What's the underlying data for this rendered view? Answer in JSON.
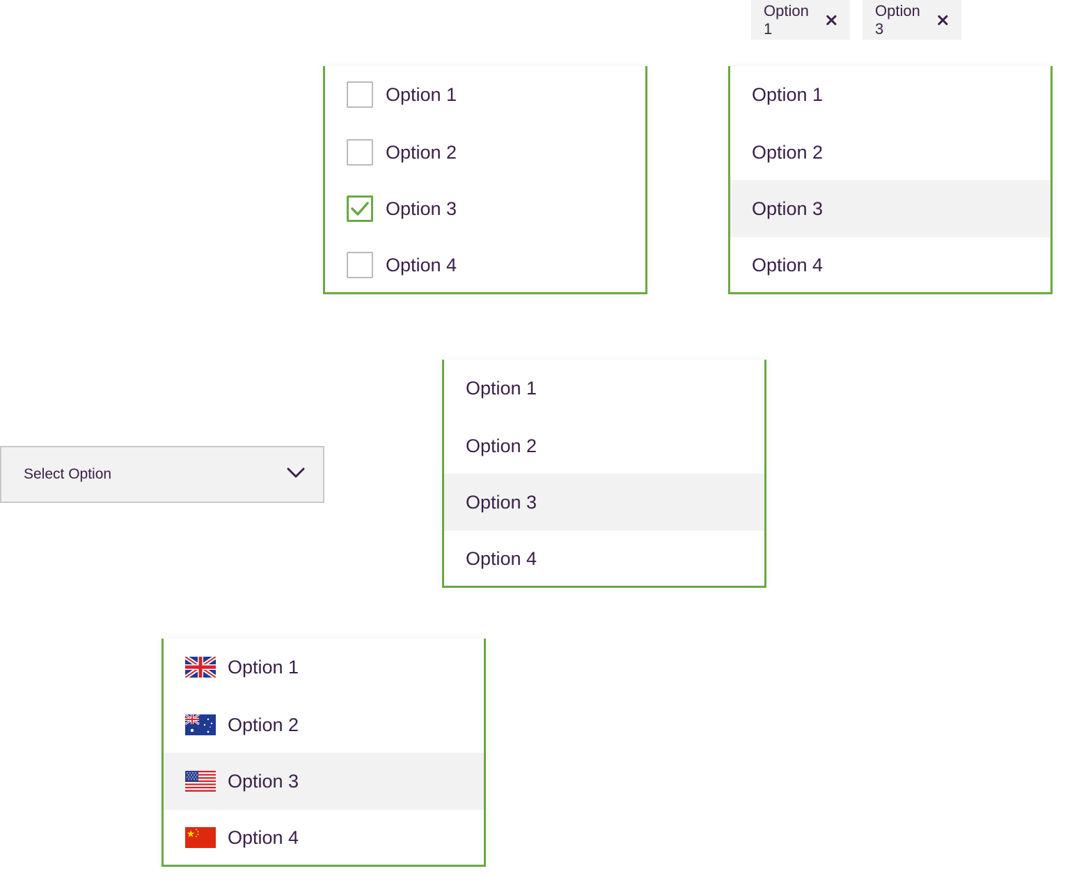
{
  "tags": [
    {
      "label": "Option 1",
      "remove_icon": "close-icon"
    },
    {
      "label": "Option 3",
      "remove_icon": "close-icon"
    }
  ],
  "checkbox_list": {
    "items": [
      {
        "label": "Option 1",
        "checked": false
      },
      {
        "label": "Option 2",
        "checked": false
      },
      {
        "label": "Option 3",
        "checked": true
      },
      {
        "label": "Option 4",
        "checked": false
      }
    ]
  },
  "multi_list": {
    "items": [
      {
        "label": "Option 1"
      },
      {
        "label": "Option 2"
      },
      {
        "label": "Option 3",
        "highlighted": true
      },
      {
        "label": "Option 4"
      }
    ]
  },
  "select": {
    "placeholder": "Select Option",
    "icon": "chevron-down-icon"
  },
  "single_list": {
    "items": [
      {
        "label": "Option 1"
      },
      {
        "label": "Option 2"
      },
      {
        "label": "Option 3",
        "highlighted": true
      },
      {
        "label": "Option 4"
      }
    ]
  },
  "flag_list": {
    "items": [
      {
        "label": "Option 1",
        "icon": "uk-flag-icon"
      },
      {
        "label": "Option 2",
        "icon": "australia-flag-icon"
      },
      {
        "label": "Option 3",
        "icon": "usa-flag-icon",
        "highlighted": true
      },
      {
        "label": "Option 4",
        "icon": "china-flag-icon"
      }
    ]
  },
  "colors": {
    "accent": "#6aa842",
    "text": "#3a1f47",
    "highlight": "#f2f2f2",
    "checkbox_border": "#b9b9bd"
  }
}
